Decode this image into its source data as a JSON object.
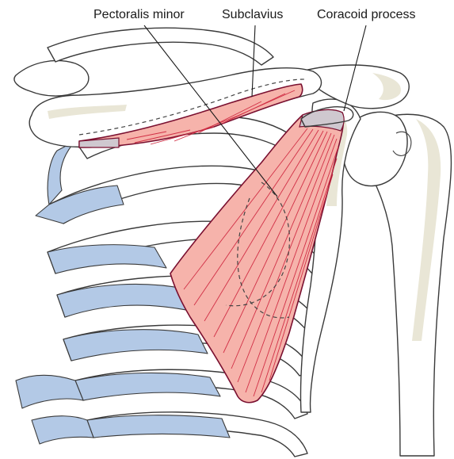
{
  "labels": {
    "pectoralis_minor": "Pectoralis minor",
    "subclavius": "Subclavius",
    "coracoid_process": "Coracoid process"
  },
  "colors": {
    "muscle": "#f6b3ab",
    "muscle_outline": "#7a1030",
    "muscle_fiber": "#d12f45",
    "costal_cartilage": "#b3c9e6",
    "bone": "#ffffff",
    "bone_shading": "#e9e6d6",
    "outline": "#3a3a3a"
  }
}
